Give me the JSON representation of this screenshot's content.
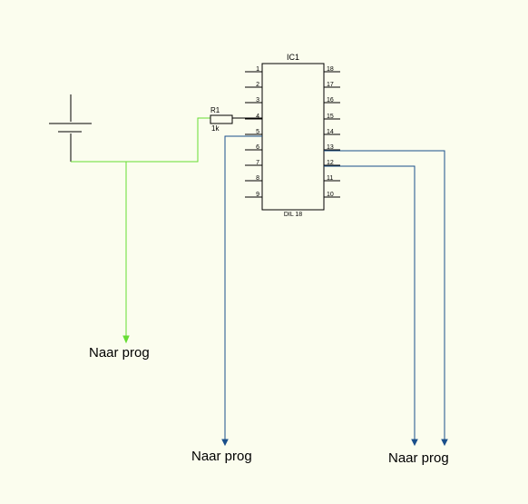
{
  "ic": {
    "name": "IC1",
    "package": "DIL 18",
    "left_pins": [
      "1",
      "2",
      "3",
      "4",
      "5",
      "6",
      "7",
      "8",
      "9"
    ],
    "right_pins": [
      "18",
      "17",
      "16",
      "15",
      "14",
      "13",
      "12",
      "11",
      "10"
    ]
  },
  "resistor": {
    "name": "R1",
    "value": "1k"
  },
  "labels": {
    "green_dest": "Naar prog",
    "blue_left_dest": "Naar prog",
    "blue_right_dest": "Naar prog"
  },
  "colors": {
    "background": "#fbfdee",
    "green_wire": "#66dd33",
    "blue_wire": "#1a4f8a",
    "component": "#000000"
  }
}
